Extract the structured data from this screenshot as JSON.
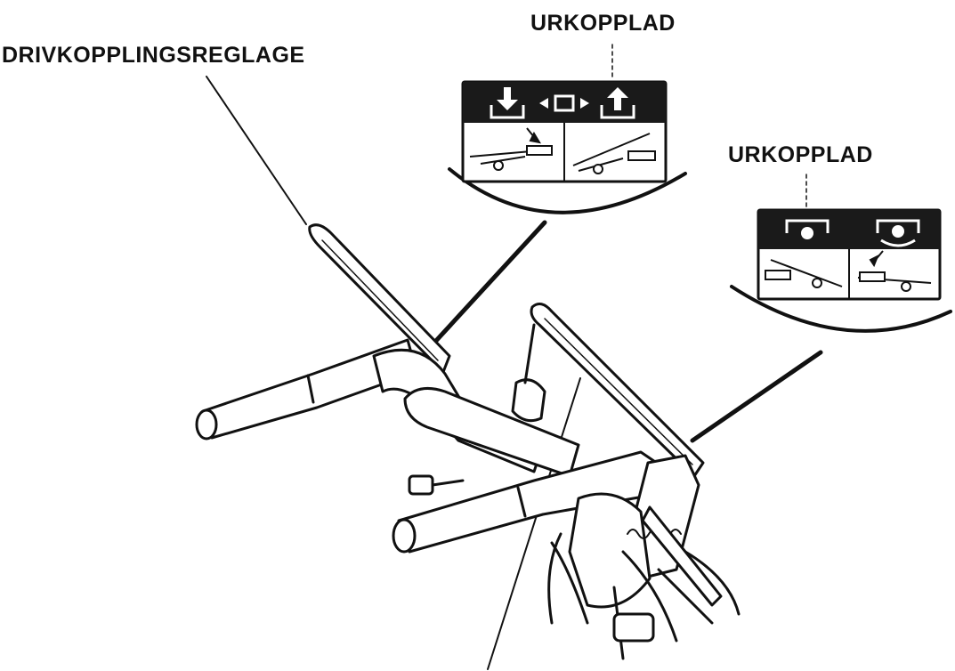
{
  "labels": {
    "drive_clutch_lever": "DRIVKOPPLINGSREGLAGE",
    "decal_top_callout": "URKOPPLAD",
    "decal_right_callout": "URKOPPLAD"
  },
  "colors": {
    "ink": "#111111",
    "paper": "#ffffff",
    "decal_band": "#1a1a1a"
  },
  "decals": {
    "drive_decal": {
      "icons": [
        "down-arrow-icon",
        "transmission-icon",
        "up-arrow-icon",
        "lever-pressed-icon",
        "lever-released-icon"
      ]
    },
    "auger_decal": {
      "icons": [
        "auger-stopped-icon",
        "auger-rotating-icon",
        "lever-released-icon",
        "lever-pressed-icon"
      ]
    }
  }
}
